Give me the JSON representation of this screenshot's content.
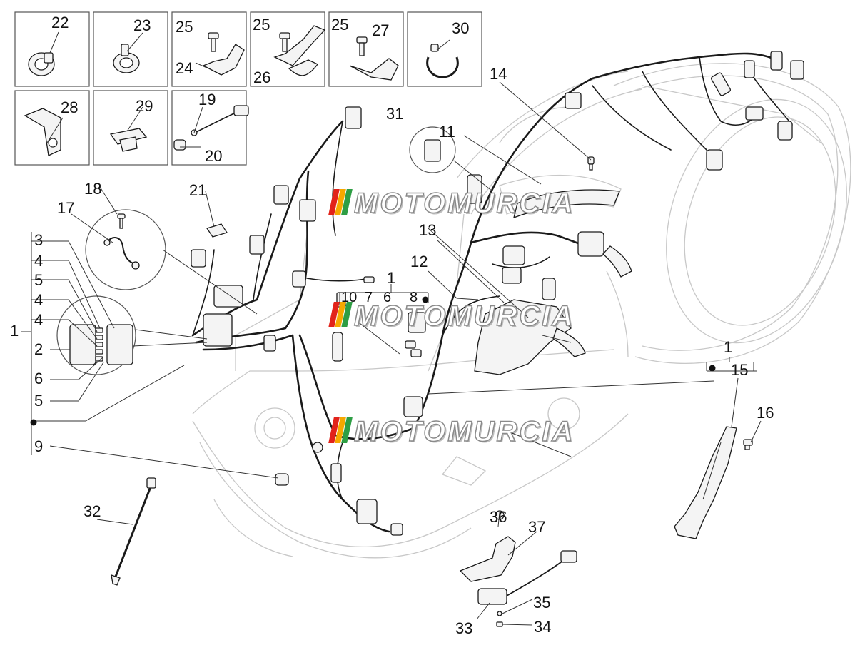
{
  "labels": {
    "n1a": "1",
    "n1b": "1",
    "n1c": "1",
    "n2": "2",
    "n3": "3",
    "n4a": "4",
    "n4b": "4",
    "n4c": "4",
    "n5a": "5",
    "n5b": "5",
    "n6a": "6",
    "n6b": "6",
    "n7": "7",
    "n8": "8",
    "n9": "9",
    "n10": "10",
    "n11": "11",
    "n12": "12",
    "n13": "13",
    "n14": "14",
    "n15": "15",
    "n16": "16",
    "n17": "17",
    "n18": "18",
    "n19": "19",
    "n20": "20",
    "n21": "21",
    "n22": "22",
    "n23": "23",
    "n24": "24",
    "n25a": "25",
    "n25b": "25",
    "n25c": "25",
    "n26": "26",
    "n27": "27",
    "n28": "28",
    "n29": "29",
    "n30": "30",
    "n31": "31",
    "n32": "32",
    "n33": "33",
    "n34": "34",
    "n35": "35",
    "n36": "36",
    "n37": "37"
  },
  "watermark": {
    "text": "MOTOMURCIA",
    "flag_colors": [
      "#e2231a",
      "#f6a800",
      "#2e9e44"
    ]
  },
  "colors": {
    "line": "#1a1a1a",
    "ghost": "#c8c8c8",
    "part_fill": "#f4f4f4"
  }
}
